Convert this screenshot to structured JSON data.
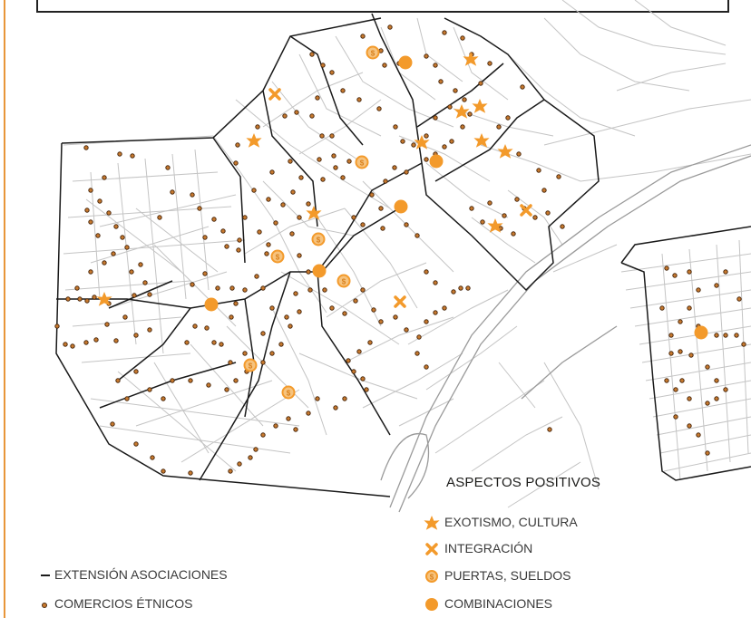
{
  "legend_positive": {
    "title": "ASPECTOS POSITIVOS",
    "items": [
      {
        "label": "EXOTISMO, CULTURA",
        "icon": "star-icon"
      },
      {
        "label": "INTEGRACIÓN",
        "icon": "cross-icon"
      },
      {
        "label": "PUERTAS, SUELDOS",
        "icon": "dollar-coin-icon"
      },
      {
        "label": "COMBINACIONES",
        "icon": "dot-icon"
      }
    ]
  },
  "legend_base": {
    "items": [
      {
        "label": "EXTENSIÓN ASOCIACIONES",
        "icon": "line-icon"
      },
      {
        "label": "COMERCIOS ÉTNICOS",
        "icon": "small-dot-icon"
      }
    ]
  },
  "colors": {
    "accent_orange": "#f39a2b",
    "coin_fill": "#f6c37e",
    "street_gray": "#c4c4c4",
    "boundary_black": "#1a1a1a",
    "shop_dot": "#b5651d"
  }
}
